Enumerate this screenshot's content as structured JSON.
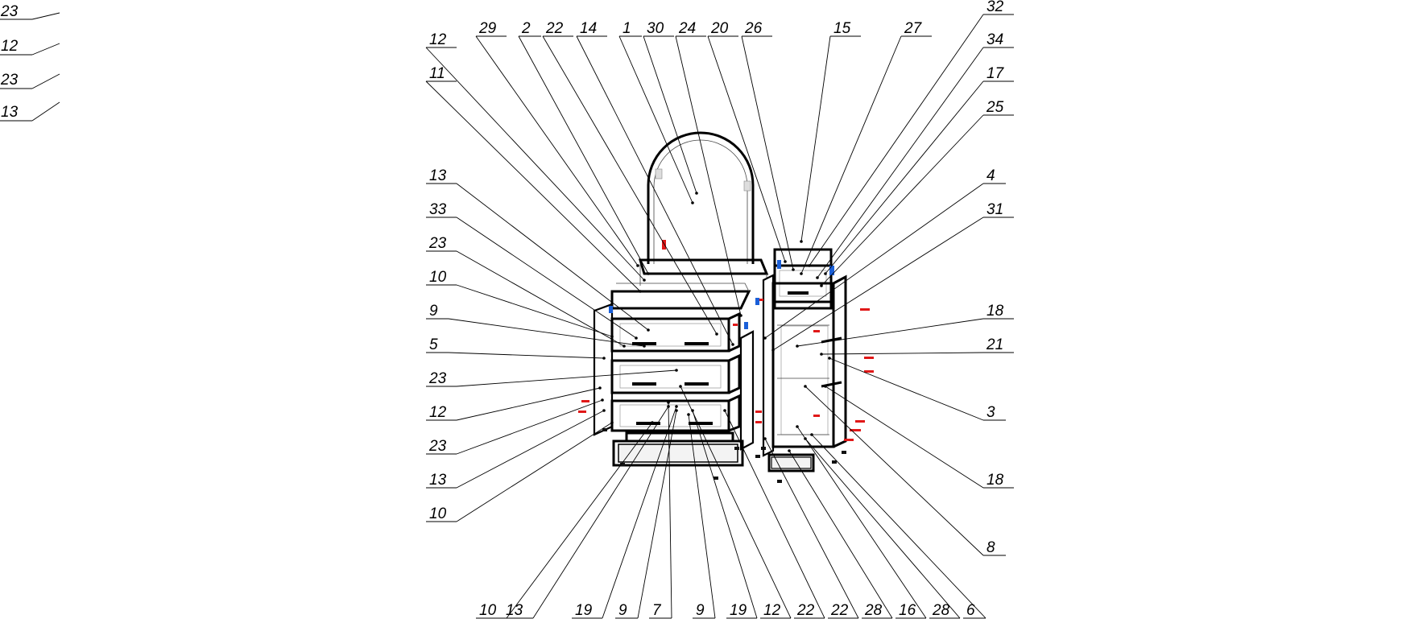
{
  "legend": [
    {
      "text": "23"
    },
    {
      "text": "12"
    },
    {
      "text": "23"
    },
    {
      "text": "13"
    }
  ],
  "callouts": {
    "top": [
      "12",
      "11",
      "29",
      "2",
      "22",
      "14",
      "1",
      "30",
      "24",
      "20",
      "26",
      "15",
      "27",
      "32",
      "34",
      "17",
      "25"
    ],
    "left": [
      "13",
      "33",
      "23",
      "10",
      "9",
      "5",
      "23",
      "12",
      "23",
      "13",
      "10"
    ],
    "right": [
      "4",
      "31",
      "18",
      "21",
      "3",
      "18",
      "8"
    ],
    "bottom": [
      "10",
      "13",
      "19",
      "9",
      "7",
      "9",
      "19",
      "12",
      "22",
      "22",
      "28",
      "16",
      "28",
      "6"
    ]
  },
  "colors": {
    "line": "#000000",
    "fastener_red": "#e01818",
    "fastener_blue": "#1a5fd8",
    "background": "#ffffff"
  }
}
